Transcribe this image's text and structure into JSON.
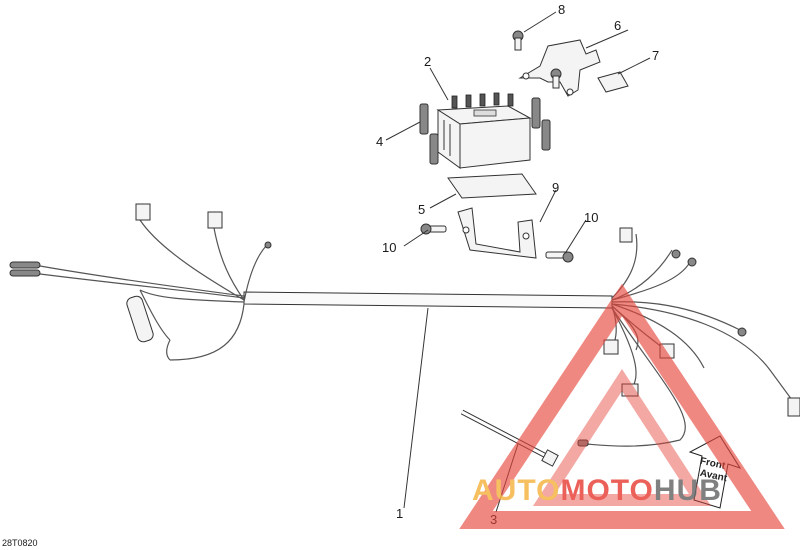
{
  "callouts": {
    "c1": "1",
    "c2": "2",
    "c3": "3",
    "c4": "4",
    "c5": "5",
    "c6": "6",
    "c7": "7",
    "c8": "8",
    "c9": "9",
    "c10a": "10",
    "c10b": "10"
  },
  "diagram_code": "28T0820",
  "front_arrow": {
    "line1": "Front",
    "line2": "Avant"
  },
  "watermark": {
    "part1": "AUTO",
    "part2": "MOTO",
    "part3": "HUB",
    "color_orange": "#f5b445",
    "color_red": "#e8453c",
    "color_gray": "#6b6b6b"
  }
}
